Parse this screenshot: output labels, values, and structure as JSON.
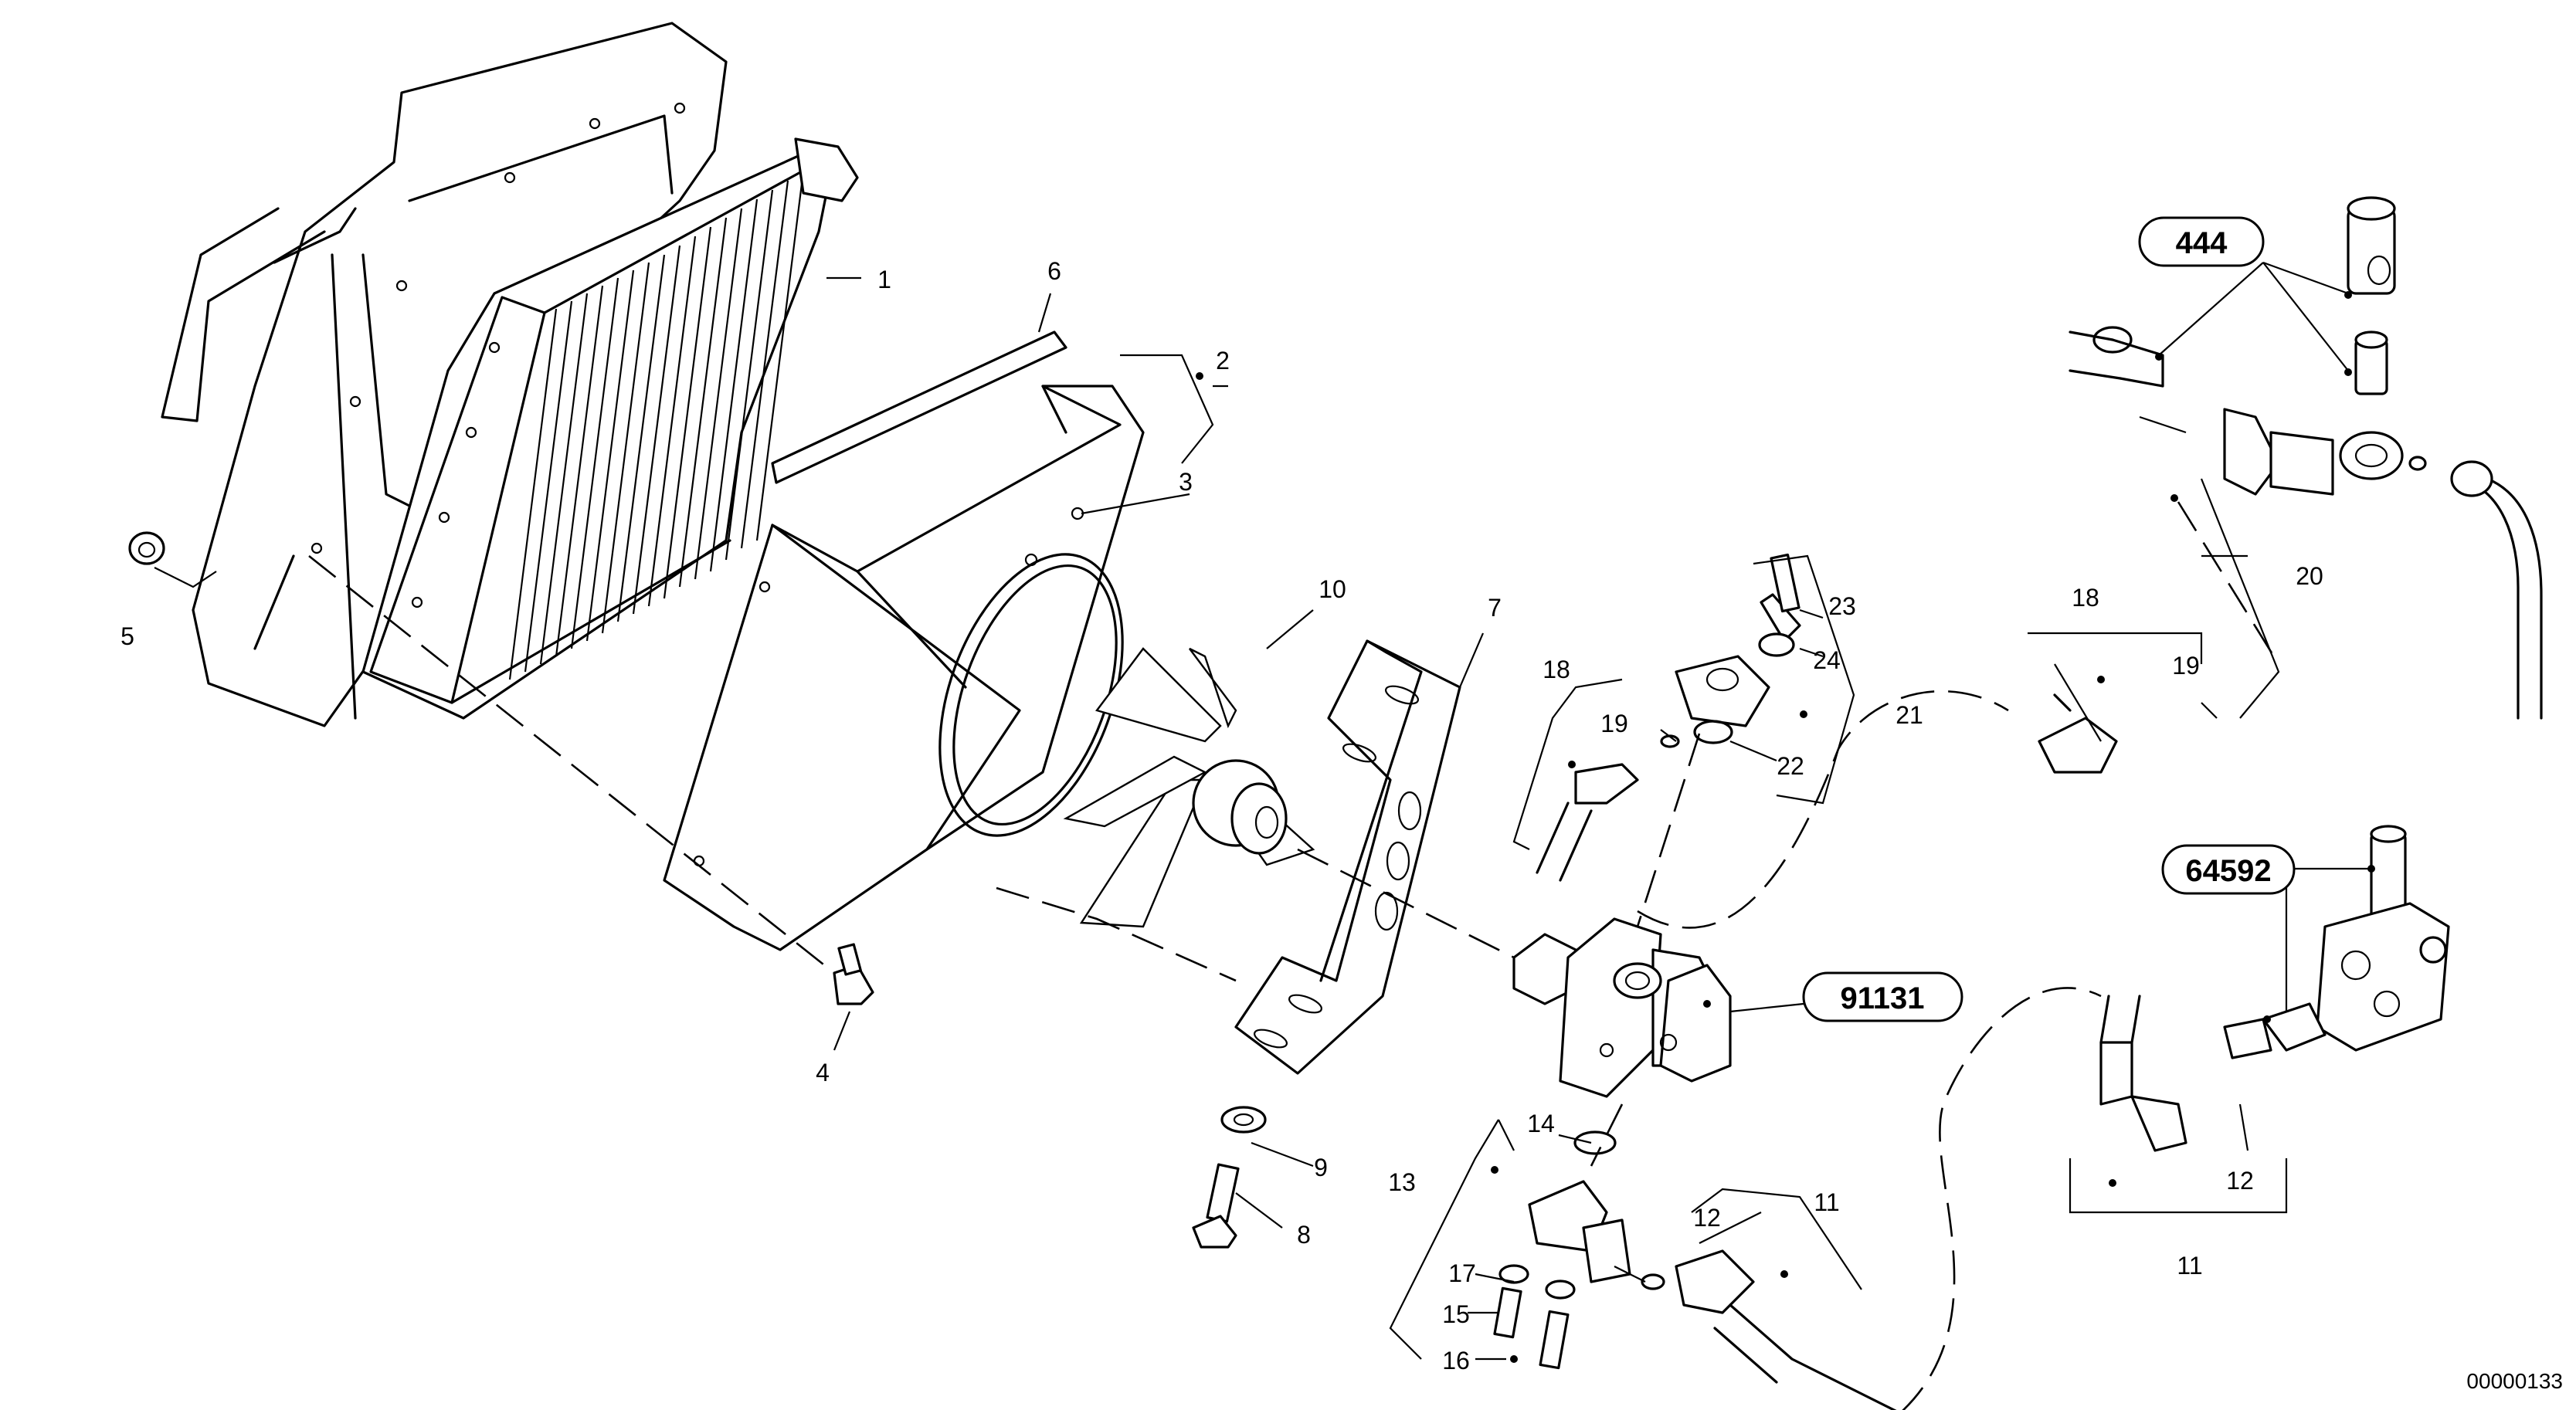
{
  "document_number": "00000133",
  "references": [
    {
      "id": "ref-444",
      "label": "444"
    },
    {
      "id": "ref-91131",
      "label": "91131"
    },
    {
      "id": "ref-64592",
      "label": "64592"
    }
  ],
  "callouts": [
    {
      "id": "c1",
      "label": "1"
    },
    {
      "id": "c2",
      "label": "2"
    },
    {
      "id": "c3",
      "label": "3"
    },
    {
      "id": "c4",
      "label": "4"
    },
    {
      "id": "c5",
      "label": "5"
    },
    {
      "id": "c6",
      "label": "6"
    },
    {
      "id": "c7",
      "label": "7"
    },
    {
      "id": "c8",
      "label": "8"
    },
    {
      "id": "c9",
      "label": "9"
    },
    {
      "id": "c10",
      "label": "10"
    },
    {
      "id": "c11a",
      "label": "11"
    },
    {
      "id": "c11b",
      "label": "11"
    },
    {
      "id": "c12a",
      "label": "12"
    },
    {
      "id": "c12b",
      "label": "12"
    },
    {
      "id": "c13",
      "label": "13"
    },
    {
      "id": "c14",
      "label": "14"
    },
    {
      "id": "c15",
      "label": "15"
    },
    {
      "id": "c16",
      "label": "16"
    },
    {
      "id": "c17",
      "label": "17"
    },
    {
      "id": "c18a",
      "label": "18"
    },
    {
      "id": "c18b",
      "label": "18"
    },
    {
      "id": "c19a",
      "label": "19"
    },
    {
      "id": "c19b",
      "label": "19"
    },
    {
      "id": "c20",
      "label": "20"
    },
    {
      "id": "c21",
      "label": "21"
    },
    {
      "id": "c22",
      "label": "22"
    },
    {
      "id": "c23",
      "label": "23"
    },
    {
      "id": "c24",
      "label": "24"
    }
  ]
}
